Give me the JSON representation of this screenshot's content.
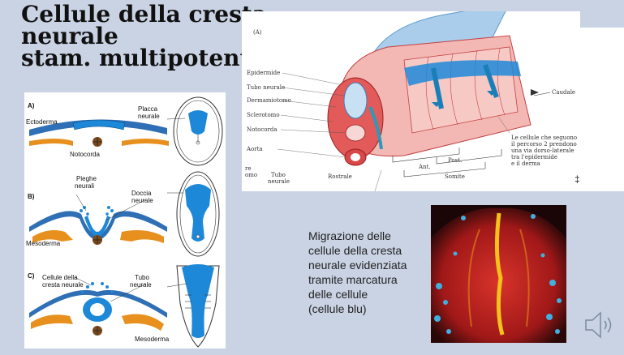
{
  "slide": {
    "title_lines": [
      "Cellule della cresta",
      "neurale",
      "stam. multipotenti"
    ],
    "caption_lines": [
      "Migrazione delle",
      "cellule della cresta",
      "neurale evidenziata",
      "tramite marcatura",
      "delle cellule",
      "(cellule blu)"
    ]
  },
  "left_figure": {
    "panel_a": {
      "tag": "A)",
      "ectoderma": "Ectoderma",
      "placca_1": "Placca",
      "placca_2": "neurale",
      "notocorda": "Notocorda"
    },
    "panel_b": {
      "tag": "B)",
      "pieghe_1": "Pieghe",
      "pieghe_2": "neurali",
      "doccia_1": "Doccia",
      "doccia_2": "neurale",
      "mesoderma": "Mesoderma"
    },
    "panel_c": {
      "tag": "C)",
      "cellule_1": "Cellule della",
      "cellule_2": "cresta neurale",
      "tubo_1": "Tubo",
      "tubo_2": "neurale",
      "mesoderma": "Mesoderma"
    }
  },
  "right_figure": {
    "tag": "(A)",
    "labels": {
      "epidermide": "Epidermide",
      "tubo_neurale": "Tubo neurale",
      "dermamiotomo": "Dermamiotomo",
      "sclerotomo": "Sclerotomo",
      "notocorda": "Notocorda",
      "aorta": "Aorta",
      "rostrale": "Rostrale",
      "tubo_neurale_bottom_1": "Tubo",
      "tubo_neurale_bottom_2": "neurale",
      "cut_1": "re",
      "cut_2": "omo",
      "ant": "Ant.",
      "post": "Post.",
      "somite": "Somite",
      "caudale": "Caudale"
    },
    "note_lines": [
      "Le cellule che seguono",
      "il percorso 2 prendono",
      "una via dorso-laterale",
      "tra l'epidermide",
      "e il derma"
    ],
    "symbol": "‡"
  },
  "audio": {
    "icon": "speaker-icon"
  },
  "colors": {
    "background": "#c9d3e4",
    "neural_blue": "#1e88d8",
    "mesoderm_orange": "#e8901e",
    "tissue_red": "#e25a5a",
    "tissue_pink": "#f4b8b4"
  }
}
